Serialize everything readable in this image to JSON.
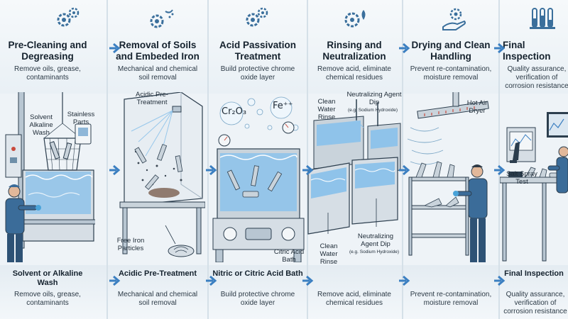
{
  "steps": [
    {
      "title": "Pre-Cleaning and Degreasing",
      "desc": "Remove oils, grease, contaminants",
      "labels": [
        "Solvent Alkaline Wash",
        "Stainless Parts"
      ],
      "bottom_title": "Solvent or Alkaline Wash",
      "bottom_desc": "Remove oils, grease, contaminants",
      "icon": "gears-icon"
    },
    {
      "title": "Removal of Soils and Embeded Iron",
      "desc": "Mechanical and chemical soil removal",
      "labels": [
        "Acidic Pre-Treatment",
        "Free Iron Particles"
      ],
      "bottom_title": "Acidic Pre-Treatment",
      "bottom_desc": "Mechanical and chemical soil removal",
      "icon": "gear-spray-icon"
    },
    {
      "title": "Acid Passivation Treatment",
      "desc": "Build protective chrome oxide layer",
      "labels": [
        "Cr₂O₃",
        "Fe⁺⁺",
        "Citric Acid Bath"
      ],
      "bottom_title": "Nitric or Citric Acid Bath",
      "bottom_desc": "Build protective chrome oxide layer",
      "icon": "gears-icon"
    },
    {
      "title": "Rinsing and Neutralization",
      "desc": "Remove acid, eliminate chemical residues",
      "labels": [
        "Clean Water Rinse",
        "Neutralizing Agent Dip",
        "(e.g. Sodium Hydroxide)",
        "Clean Water Rinse",
        "Neutralizing Agent Dip",
        "(e.g. Sodium Hydroxide)"
      ],
      "bottom_title": "",
      "bottom_desc": "Remove acid, eliminate chemical residues",
      "icon": "gear-droplet-icon"
    },
    {
      "title": "Drying and Clean Handling",
      "desc": "Prevent re-contamination, moisture removal",
      "labels": [
        "Hot Air Dryer"
      ],
      "bottom_title": "",
      "bottom_desc": "Prevent re-contamination, moisture removal",
      "icon": "gear-hand-icon"
    },
    {
      "title": "Final Inspection",
      "desc": "Quality assurance, verification of corrosion resistance",
      "labels": [
        "Salt Spray Test"
      ],
      "bottom_title": "Final Inspection",
      "bottom_desc": "Quality assurance, verification of corrosion resistance",
      "icon": "test-tubes-icon"
    }
  ],
  "colors": {
    "accent": "#3b7fc1",
    "icon": "#3a6f9c",
    "water": "#8fc3ea",
    "steel": "#c9d3db",
    "outline": "#2c3e4e"
  }
}
